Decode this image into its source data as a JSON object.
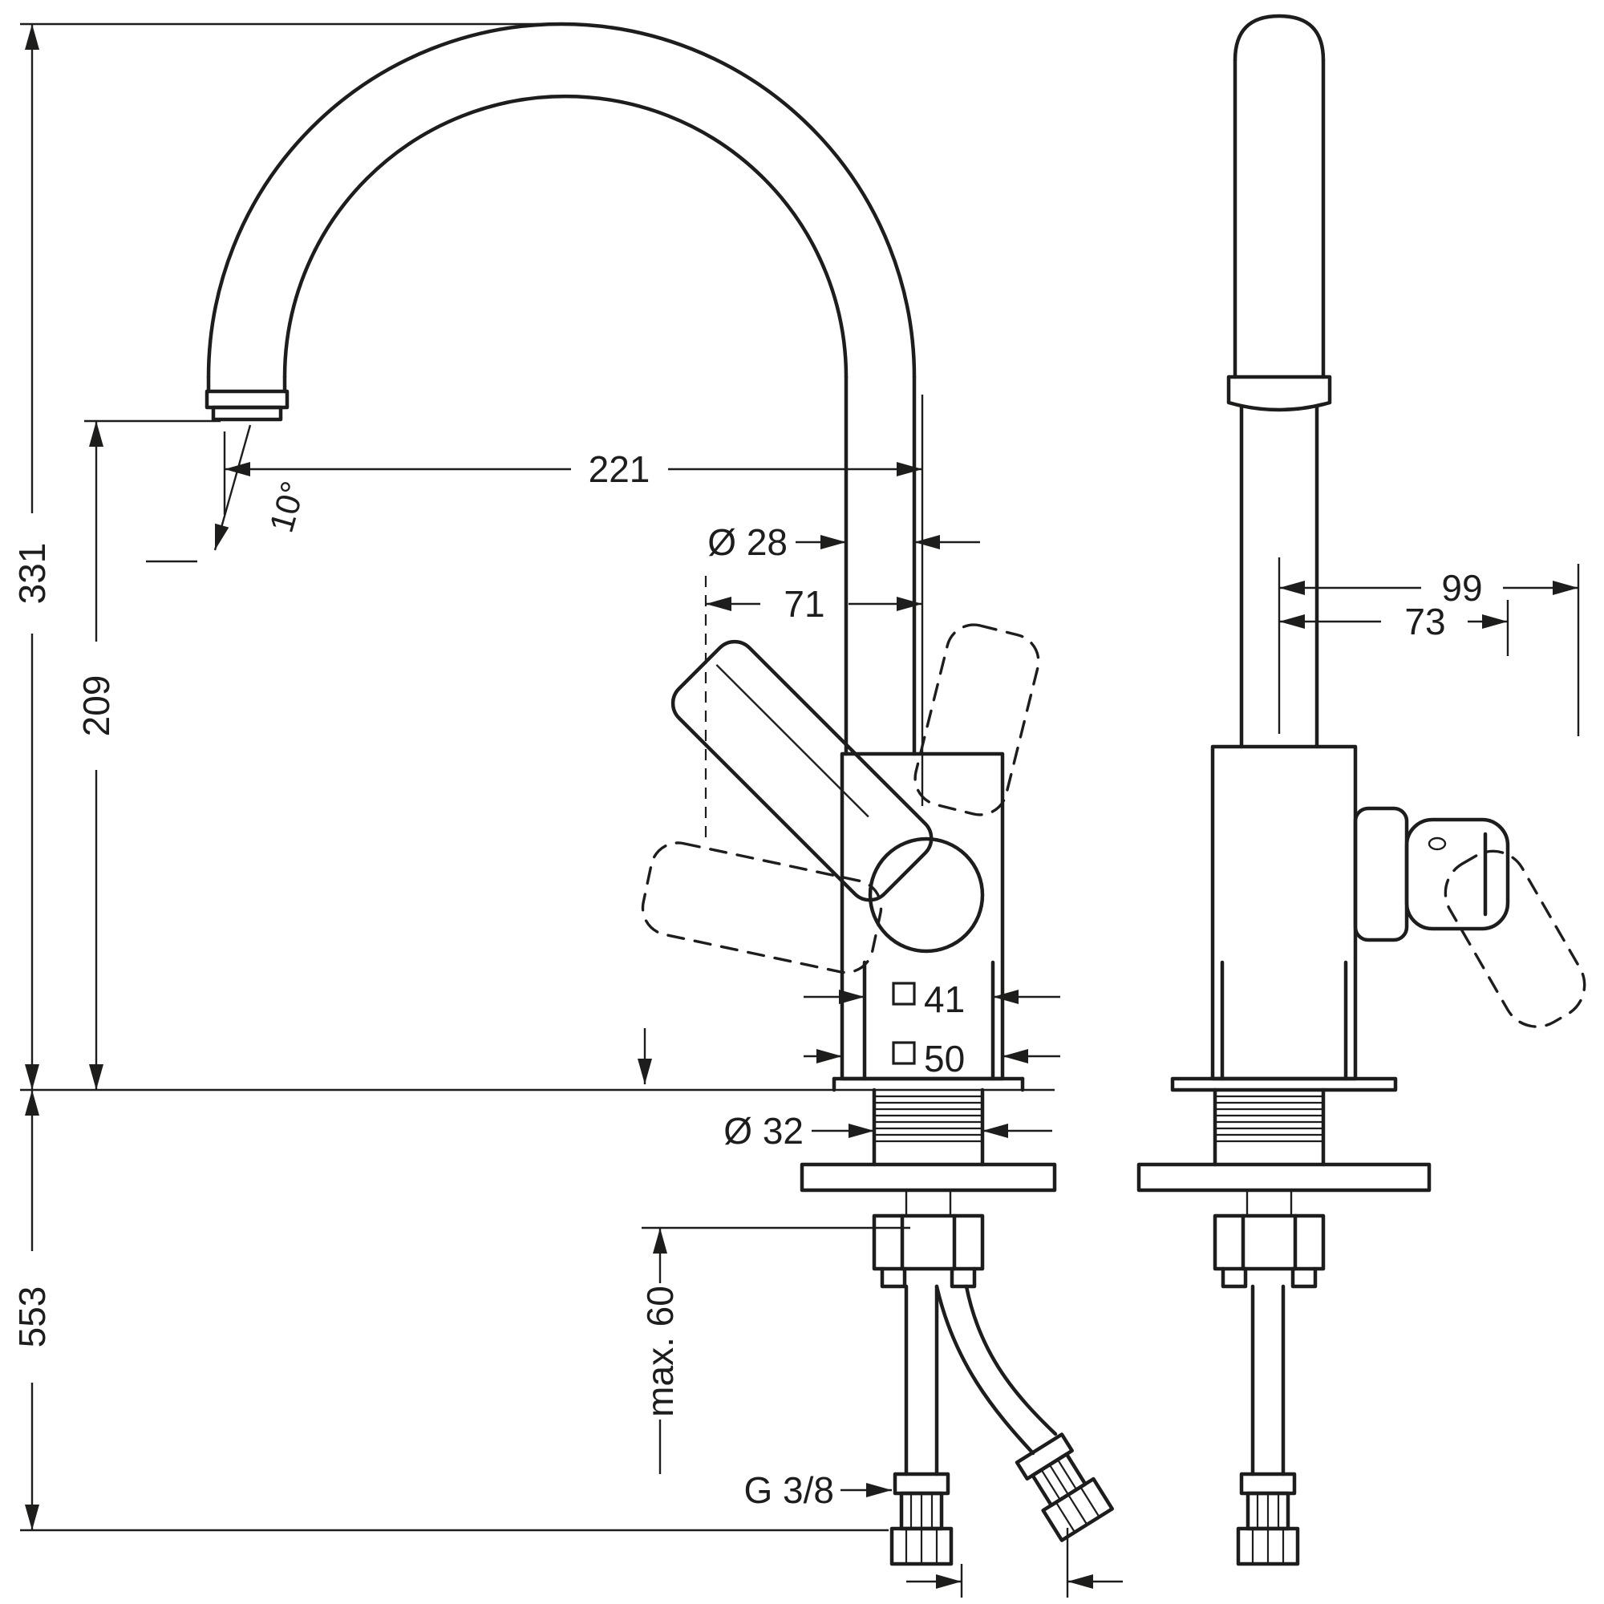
{
  "colors": {
    "line": "#1d1d1b",
    "background": "#ffffff"
  },
  "labels": {
    "total_height": "331",
    "outlet_height": "209",
    "below_counter": "553",
    "spout_reach": "221",
    "swivel_angle": "10°",
    "spout_pipe_diameter": "Ø 28",
    "handle_projection": "71",
    "body_size_top": "41",
    "body_size_base": "50",
    "shank_diameter": "Ø 32",
    "max_counter_thickness": "max. 60",
    "hose_thread": "G 3/8",
    "handle_reach_open": "99",
    "handle_reach": "73"
  }
}
